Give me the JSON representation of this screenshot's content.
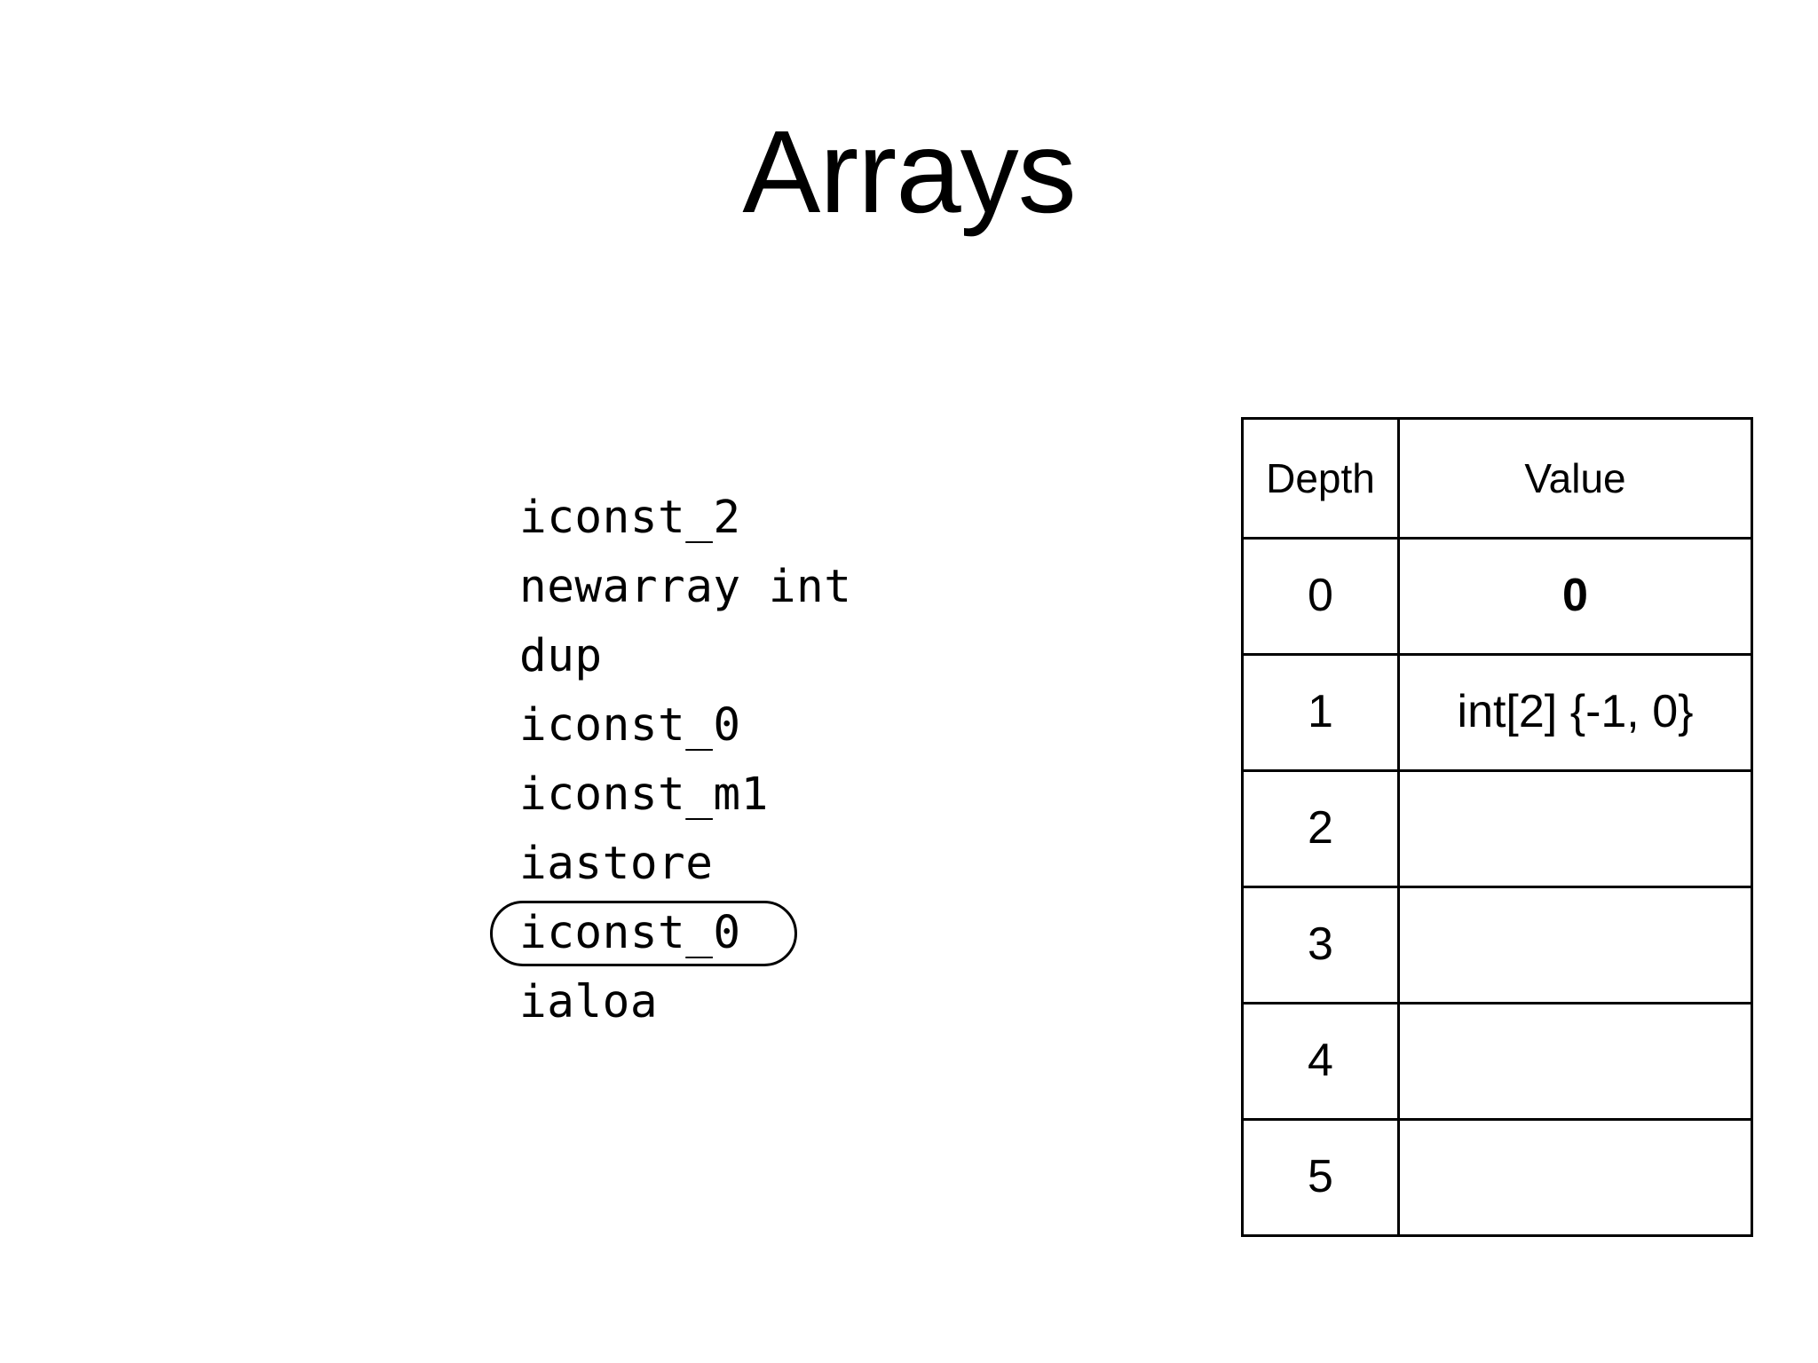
{
  "slide": {
    "title": "Arrays",
    "background_color": "#ffffff",
    "text_color": "#000000"
  },
  "code_listing": {
    "name": "jvm-bytecode-listing",
    "lines": [
      {
        "text": "iconst_2",
        "highlighted": false
      },
      {
        "text": "newarray int",
        "highlighted": false
      },
      {
        "text": "dup",
        "highlighted": false
      },
      {
        "text": "iconst_0",
        "highlighted": false
      },
      {
        "text": "iconst_m1",
        "highlighted": false
      },
      {
        "text": "iastore",
        "highlighted": false
      },
      {
        "text": "iconst_0",
        "highlighted": true
      },
      {
        "text": "ialoa",
        "highlighted": false
      }
    ]
  },
  "stack_table": {
    "headers": [
      "Depth",
      "Value"
    ],
    "rows": [
      {
        "depth": "0",
        "value": "0",
        "bold": true
      },
      {
        "depth": "1",
        "value": "int[2] {-1, 0}",
        "bold": false
      },
      {
        "depth": "2",
        "value": "",
        "bold": false
      },
      {
        "depth": "3",
        "value": "",
        "bold": false
      },
      {
        "depth": "4",
        "value": "",
        "bold": false
      },
      {
        "depth": "5",
        "value": "",
        "bold": false
      }
    ]
  }
}
